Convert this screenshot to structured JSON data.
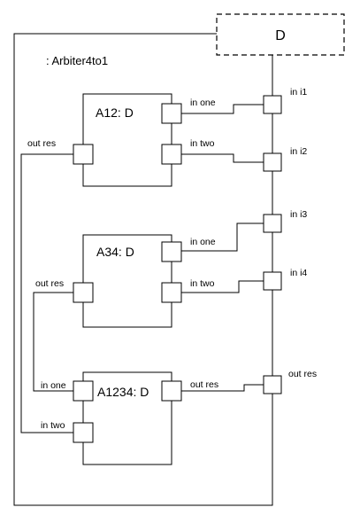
{
  "diagram": {
    "template_parameter": "D",
    "structure_name": ": Arbiter4to1",
    "outer_ports": [
      {
        "label": "in i1"
      },
      {
        "label": "in i2"
      },
      {
        "label": "in i3"
      },
      {
        "label": "in i4"
      },
      {
        "label": "out res"
      }
    ],
    "parts": [
      {
        "name": "A12: D",
        "in_one": "in one",
        "in_two": "in two",
        "out_res": "out res"
      },
      {
        "name": "A34: D",
        "in_one": "in one",
        "in_two": "in two",
        "out_res": "out res"
      },
      {
        "name": "A1234: D",
        "in_one": "in one",
        "in_two": "in two",
        "out_res": "out res"
      }
    ]
  }
}
